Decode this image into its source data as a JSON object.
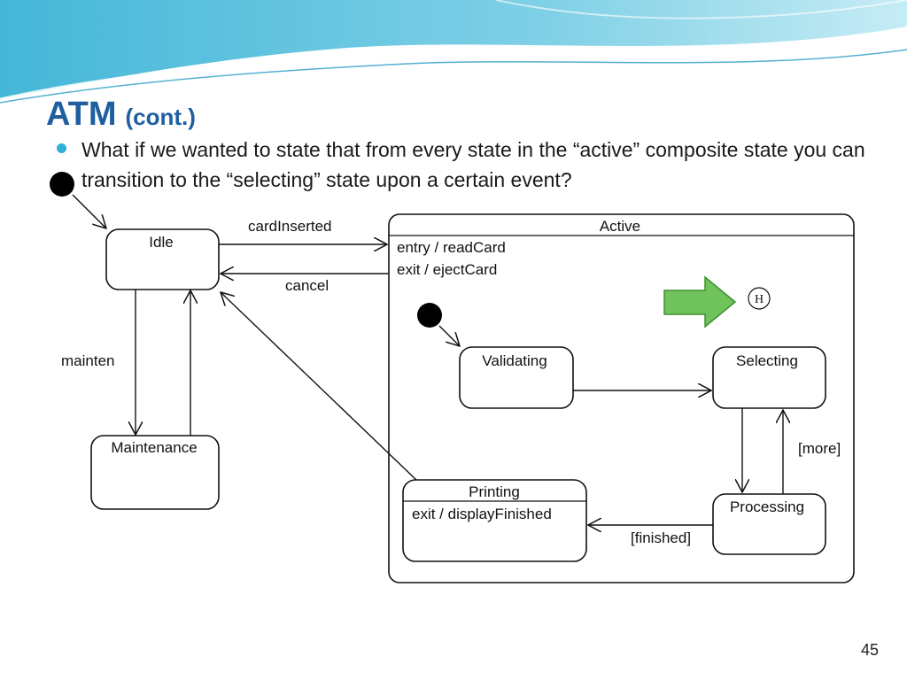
{
  "slide": {
    "title": "ATM",
    "title_suffix": "(cont.)",
    "bullet": "What if we wanted to state that from every state in the “active” composite state you can transition to the “selecting” state upon a certain event?",
    "page_number": "45"
  },
  "diagram": {
    "states": {
      "idle": "Idle",
      "maintenance": "Maintenance",
      "active": "Active",
      "active_entry": "entry / readCard",
      "active_exit": "exit / ejectCard",
      "validating": "Validating",
      "selecting": "Selecting",
      "processing": "Processing",
      "printing": "Printing",
      "printing_exit": "exit / displayFinished"
    },
    "transitions": {
      "card_inserted": "cardInserted",
      "cancel": "cancel",
      "mainten": "mainten",
      "more": "[more]",
      "finished": "[finished]"
    },
    "history_marker": "H",
    "colors": {
      "title": "#1f5fa0",
      "bullet": "#33b0d6",
      "arrow_fill": "#6fc35a",
      "arrow_stroke": "#3f8f35"
    }
  }
}
